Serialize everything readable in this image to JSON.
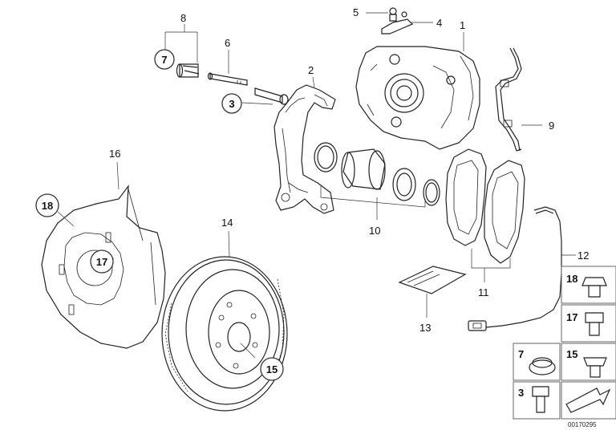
{
  "labels": {
    "p1": "1",
    "p2": "2",
    "p3": "3",
    "p4": "4",
    "p5": "5",
    "p6": "6",
    "p7": "7",
    "p8": "8",
    "p9": "9",
    "p10": "10",
    "p11": "11",
    "p12": "12",
    "p13": "13",
    "p14": "14",
    "p15": "15",
    "p16": "16",
    "p17": "17",
    "p18": "18"
  },
  "legend": {
    "b18": "18",
    "b17": "17",
    "b7": "7",
    "b15": "15",
    "b3": "3"
  },
  "doc_number": "00170295"
}
